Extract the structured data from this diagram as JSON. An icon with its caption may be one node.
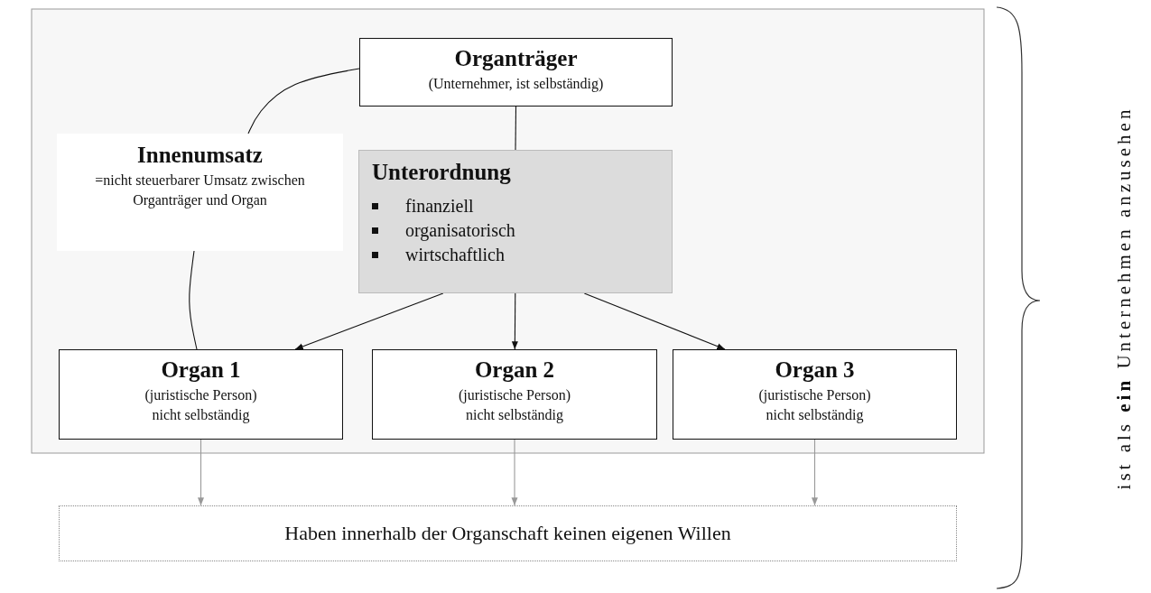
{
  "diagram": {
    "nodes": [
      {
        "text": [
          "Organträger",
          "(Unternehmer, ist selbständig)"
        ]
      },
      {
        "text": [
          "Innenumsatz",
          "=nicht steuerbarer Umsatz zwischen Organträger und Organ"
        ]
      },
      {
        "text": [
          "Unterordnung",
          "finanziell",
          "organisatorisch",
          "wirtschaftlich"
        ]
      },
      {
        "text": [
          "Organ 1",
          "(juristische Person)",
          "nicht selbständig"
        ]
      },
      {
        "text": [
          "Organ 2",
          "(juristische Person)",
          "nicht selbständig"
        ]
      },
      {
        "text": [
          "Organ 3",
          "(juristische Person)",
          "nicht selbständig"
        ]
      },
      {
        "text": [
          "Haben innerhalb der Organschaft keinen eigenen Willen"
        ]
      }
    ],
    "edges": [
      {
        "from": 0,
        "to": 1,
        "arrow": "none"
      },
      {
        "from": 1,
        "to": 3,
        "arrow": "none"
      },
      {
        "from": 0,
        "to": 2,
        "arrow": "none"
      },
      {
        "from": 2,
        "to": 3,
        "arrow": "to"
      },
      {
        "from": 2,
        "to": 4,
        "arrow": "to"
      },
      {
        "from": 2,
        "to": 5,
        "arrow": "to"
      },
      {
        "from": 3,
        "to": 6,
        "arrow": "to",
        "color": "#999999"
      },
      {
        "from": 4,
        "to": 6,
        "arrow": "to",
        "color": "#999999"
      },
      {
        "from": 5,
        "to": 6,
        "arrow": "to",
        "color": "#999999"
      }
    ],
    "labels": [
      "ist als **ein** Unternehmen anzusehen"
    ]
  }
}
